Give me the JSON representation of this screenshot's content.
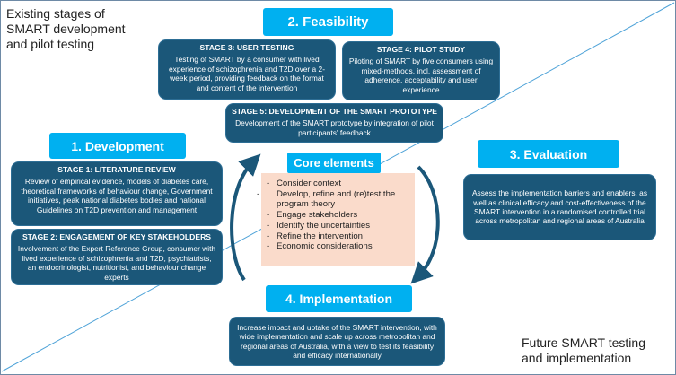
{
  "corners": {
    "top_left": "Existing stages of\nSMART development\nand pilot testing",
    "bottom_right": "Future SMART testing\nand implementation"
  },
  "phases": {
    "feasibility": "2. Feasibility",
    "development": "1. Development",
    "evaluation": "3. Evaluation",
    "implementation": "4. Implementation"
  },
  "stages": {
    "stage3": {
      "title": "STAGE 3: USER TESTING",
      "body": "Testing of SMART by a consumer with lived experience of schizophrenia and T2D over a 2-week period, providing feedback on the format and content of the intervention"
    },
    "stage4": {
      "title": "STAGE 4: PILOT STUDY",
      "body": "Piloting of SMART by five consumers using mixed-methods, incl. assessment of adherence, acceptability and user experience"
    },
    "stage5": {
      "title": "STAGE 5: DEVELOPMENT OF THE SMART PROTOTYPE",
      "body": "Development of the SMART prototype by integration of pilot participants' feedback"
    },
    "stage1": {
      "title": "STAGE 1: LITERATURE REVIEW",
      "body": "Review of empirical evidence, models of diabetes care, theoretical frameworks of behaviour change, Government initiatives, peak national diabetes bodies and national Guidelines on T2D prevention and management"
    },
    "stage2": {
      "title": "STAGE 2: ENGAGEMENT OF KEY STAKEHOLDERS",
      "body": "Involvement of the Expert Reference Group, consumer with lived experience of schizophrenia and T2D, psychiatrists, an endocrinologist, nutritionist, and behaviour change experts"
    }
  },
  "evaluation_text": "Assess the implementation barriers and enablers, as well as clinical efficacy and cost-effectiveness of the SMART intervention in a randomised controlled trial across metropolitan and regional areas of Australia",
  "implementation_text": "Increase impact and uptake of the SMART intervention, with wide implementation and scale up across metropolitan and regional areas of Australia, with a view to test its feasibility and efficacy internationally",
  "core": {
    "title": "Core elements",
    "items": [
      "Consider context",
      "Develop, refine and (re)test the program theory",
      "Engage stakeholders",
      "Identify the uncertainties",
      "Refine the intervention",
      "Economic considerations"
    ]
  },
  "colors": {
    "heading": "#00b0f0",
    "box": "#1b5779",
    "core_bg": "#fadbcb",
    "diagonal": "#4fa3d8"
  }
}
